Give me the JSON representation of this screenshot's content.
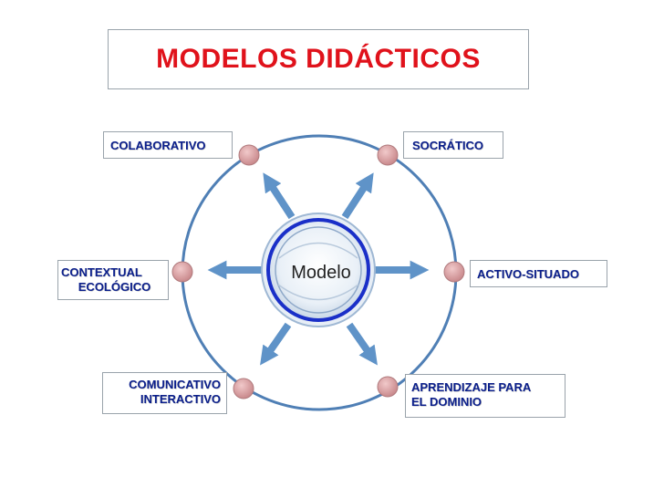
{
  "title": "MODELOS DIDÁCTICOS",
  "center_label": "Modelo",
  "colors": {
    "title": "#e0121b",
    "label_text": "#0b1f8c",
    "ring": "#4f7fb5",
    "arrow": "#5f93c8",
    "node": "#d59a9c",
    "hub": "#1a2fc8"
  },
  "models": {
    "colaborativo": "COLABORATIVO",
    "socratico": "SOCRÁTICO",
    "contextual_1": "CONTEXTUAL",
    "contextual_2": "ECOLÓGICO",
    "activo": "ACTIVO-SITUADO",
    "comunicativo_1": "COMUNICATIVO",
    "comunicativo_2": "INTERACTIVO",
    "aprendizaje_1": "APRENDIZAJE PARA",
    "aprendizaje_2": "EL DOMINIO"
  }
}
